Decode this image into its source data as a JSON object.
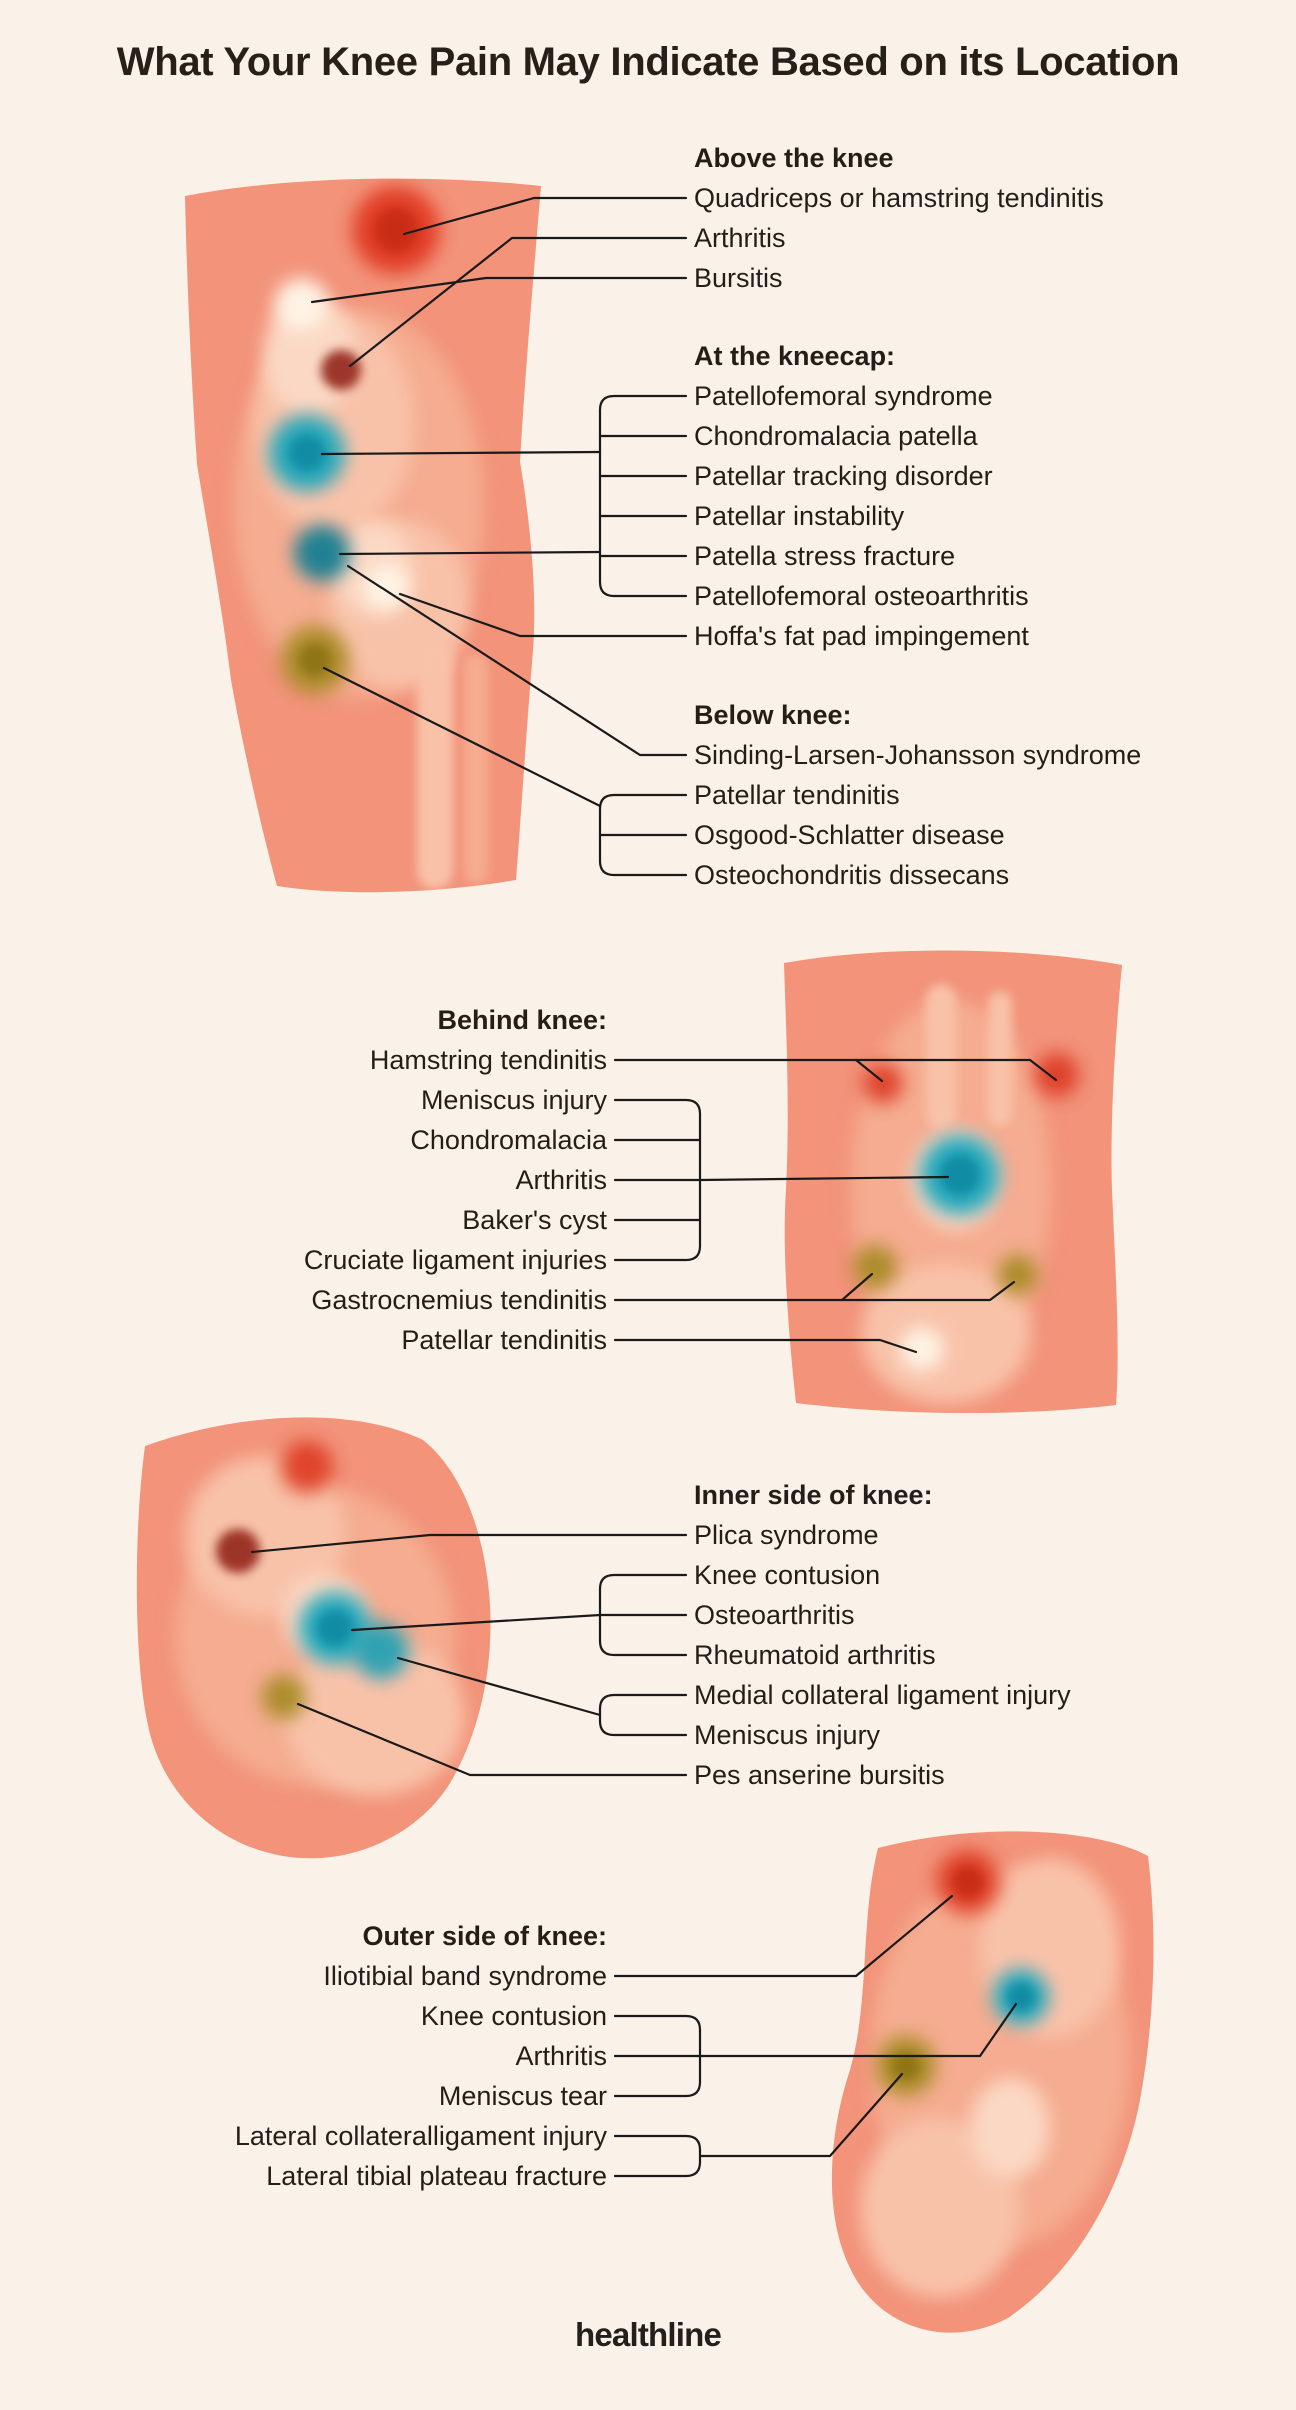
{
  "title": "What Your Knee Pain May Indicate Based on its Location",
  "footer": {
    "logo": "healthline"
  },
  "colors": {
    "background": "#FAF2E8",
    "text": "#241E17",
    "connector_line": "#1A1A1A",
    "leg_base": "#F2937A",
    "leg_light": "#F5AC90",
    "leg_lighter": "#F8C2A9",
    "leg_lightest": "#FBD8C4",
    "spot_red": "#E0361F",
    "spot_dark_red": "#93251A",
    "spot_teal": "#17A6BC",
    "spot_dark_teal": "#0E7E94",
    "spot_olive": "#A4891F",
    "spot_white_glow": "#FFF6E8"
  },
  "sections": [
    {
      "id": "above-knee",
      "heading": "Above the knee",
      "items": [
        "Quadriceps or hamstring tendinitis",
        "Arthritis",
        "Bursitis"
      ]
    },
    {
      "id": "kneecap",
      "heading": "At the kneecap:",
      "items": [
        "Patellofemoral syndrome",
        "Chondromalacia patella",
        "Patellar tracking disorder",
        "Patellar instability",
        "Patella stress fracture",
        "Patellofemoral osteoarthritis",
        "Hoffa's fat pad impingement"
      ]
    },
    {
      "id": "below-knee",
      "heading": "Below knee:",
      "items": [
        "Sinding-Larsen-Johansson syndrome",
        "Patellar tendinitis",
        "Osgood-Schlatter disease",
        "Osteochondritis dissecans"
      ]
    },
    {
      "id": "behind-knee",
      "heading": "Behind knee:",
      "items": [
        "Hamstring tendinitis",
        "Meniscus injury",
        "Chondromalacia",
        "Arthritis",
        "Baker's cyst",
        "Cruciate ligament injuries",
        "Gastrocnemius tendinitis",
        "Patellar tendinitis"
      ]
    },
    {
      "id": "inner-side",
      "heading": "Inner side of knee:",
      "items": [
        "Plica syndrome",
        "Knee contusion",
        "Osteoarthritis",
        "Rheumatoid arthritis",
        "Medial collateral ligament injury",
        "Meniscus injury",
        "Pes anserine bursitis"
      ]
    },
    {
      "id": "outer-side",
      "heading": "Outer side of knee:",
      "items": [
        "Iliotibial band syndrome",
        "Knee contusion",
        "Arthritis",
        "Meniscus tear",
        "Lateral collateralligament injury",
        "Lateral tibial plateau fracture"
      ]
    }
  ]
}
